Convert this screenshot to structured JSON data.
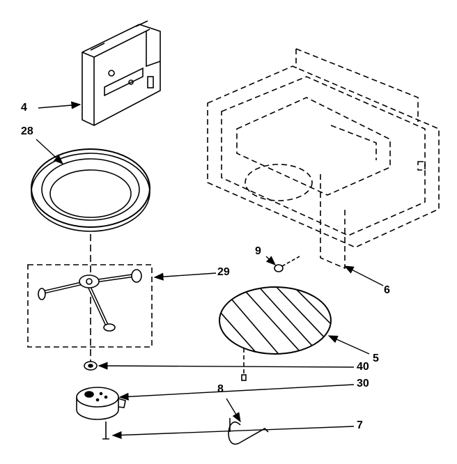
{
  "diagram": {
    "callouts": [
      {
        "id": "4",
        "text": "4"
      },
      {
        "id": "28",
        "text": "28"
      },
      {
        "id": "29",
        "text": "29"
      },
      {
        "id": "9",
        "text": "9"
      },
      {
        "id": "6",
        "text": "6"
      },
      {
        "id": "5",
        "text": "5"
      },
      {
        "id": "40",
        "text": "40"
      },
      {
        "id": "30",
        "text": "30"
      },
      {
        "id": "7",
        "text": "7"
      },
      {
        "id": "8",
        "text": "8"
      }
    ]
  }
}
